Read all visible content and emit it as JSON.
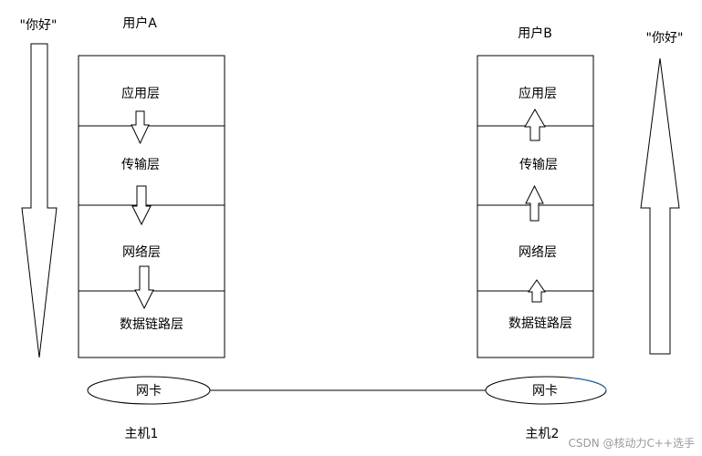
{
  "left": {
    "message": "\"你好\"",
    "user": "用户A",
    "layers": [
      "应用层",
      "传输层",
      "网络层",
      "数据链路层"
    ],
    "nic": "网卡",
    "host": "主机1"
  },
  "right": {
    "message": "\"你好\"",
    "user": "用户B",
    "layers": [
      "应用层",
      "传输层",
      "网络层",
      "数据链路层"
    ],
    "nic": "网卡",
    "host": "主机2"
  },
  "watermark": "CSDN @核动力C++选手",
  "colors": {
    "stroke": "#000000",
    "nic_ellipse_right": "#4a90d9"
  }
}
